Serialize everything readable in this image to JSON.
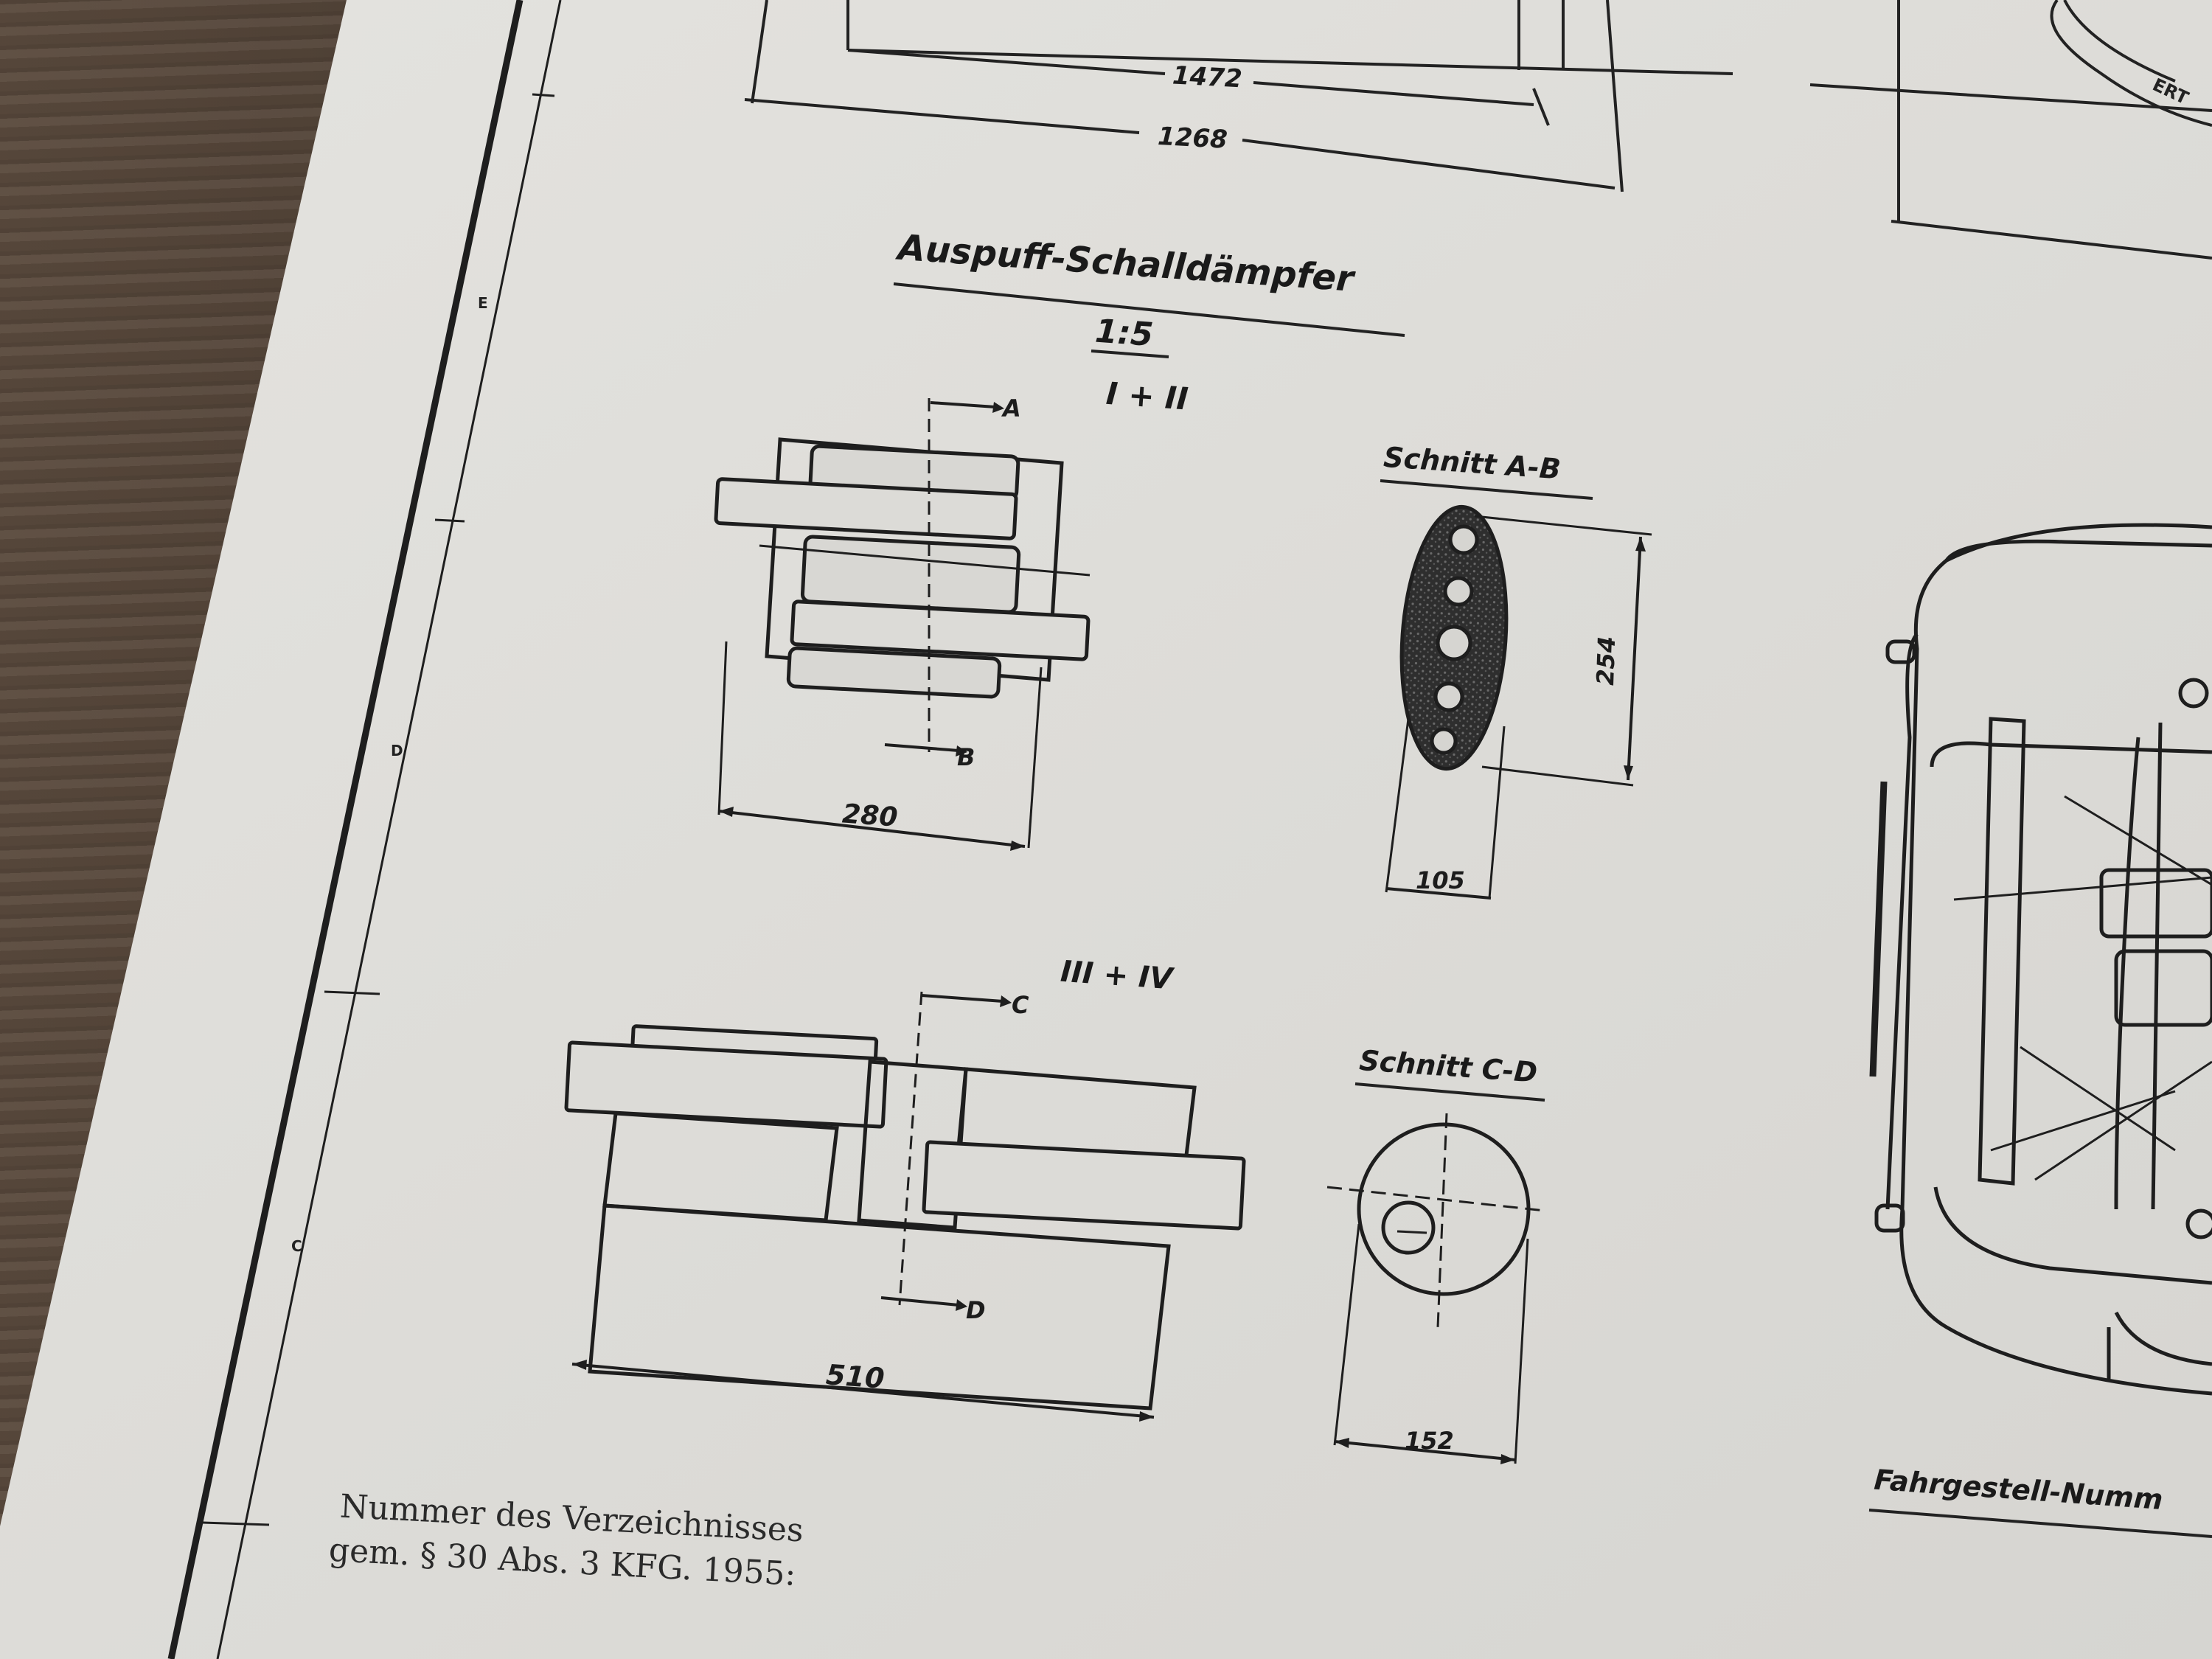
{
  "drawing": {
    "top_dims": {
      "inner": "1472",
      "outer": "1268"
    },
    "title": "Auspuff-Schalldämpfer",
    "scale": "1:5",
    "variant_top": "I + II",
    "variant_bottom": "III + IV",
    "section_top": {
      "title": "Schnitt A-B",
      "width": "105",
      "height": "254",
      "marker_start": "A",
      "marker_end": "B",
      "body_width": "280"
    },
    "section_bottom": {
      "title": "Schnitt C-D",
      "width": "152",
      "marker_start": "C",
      "marker_end": "D",
      "body_width": "510"
    },
    "border_letters": [
      "E",
      "D",
      "C"
    ],
    "right_label": "Fahrgestell-Numm",
    "right_emblem": "ERT"
  },
  "footer": {
    "line1": "Nummer des Verzeichnisses",
    "line2": "gem. § 30 Abs. 3 KFG. 1955:"
  }
}
